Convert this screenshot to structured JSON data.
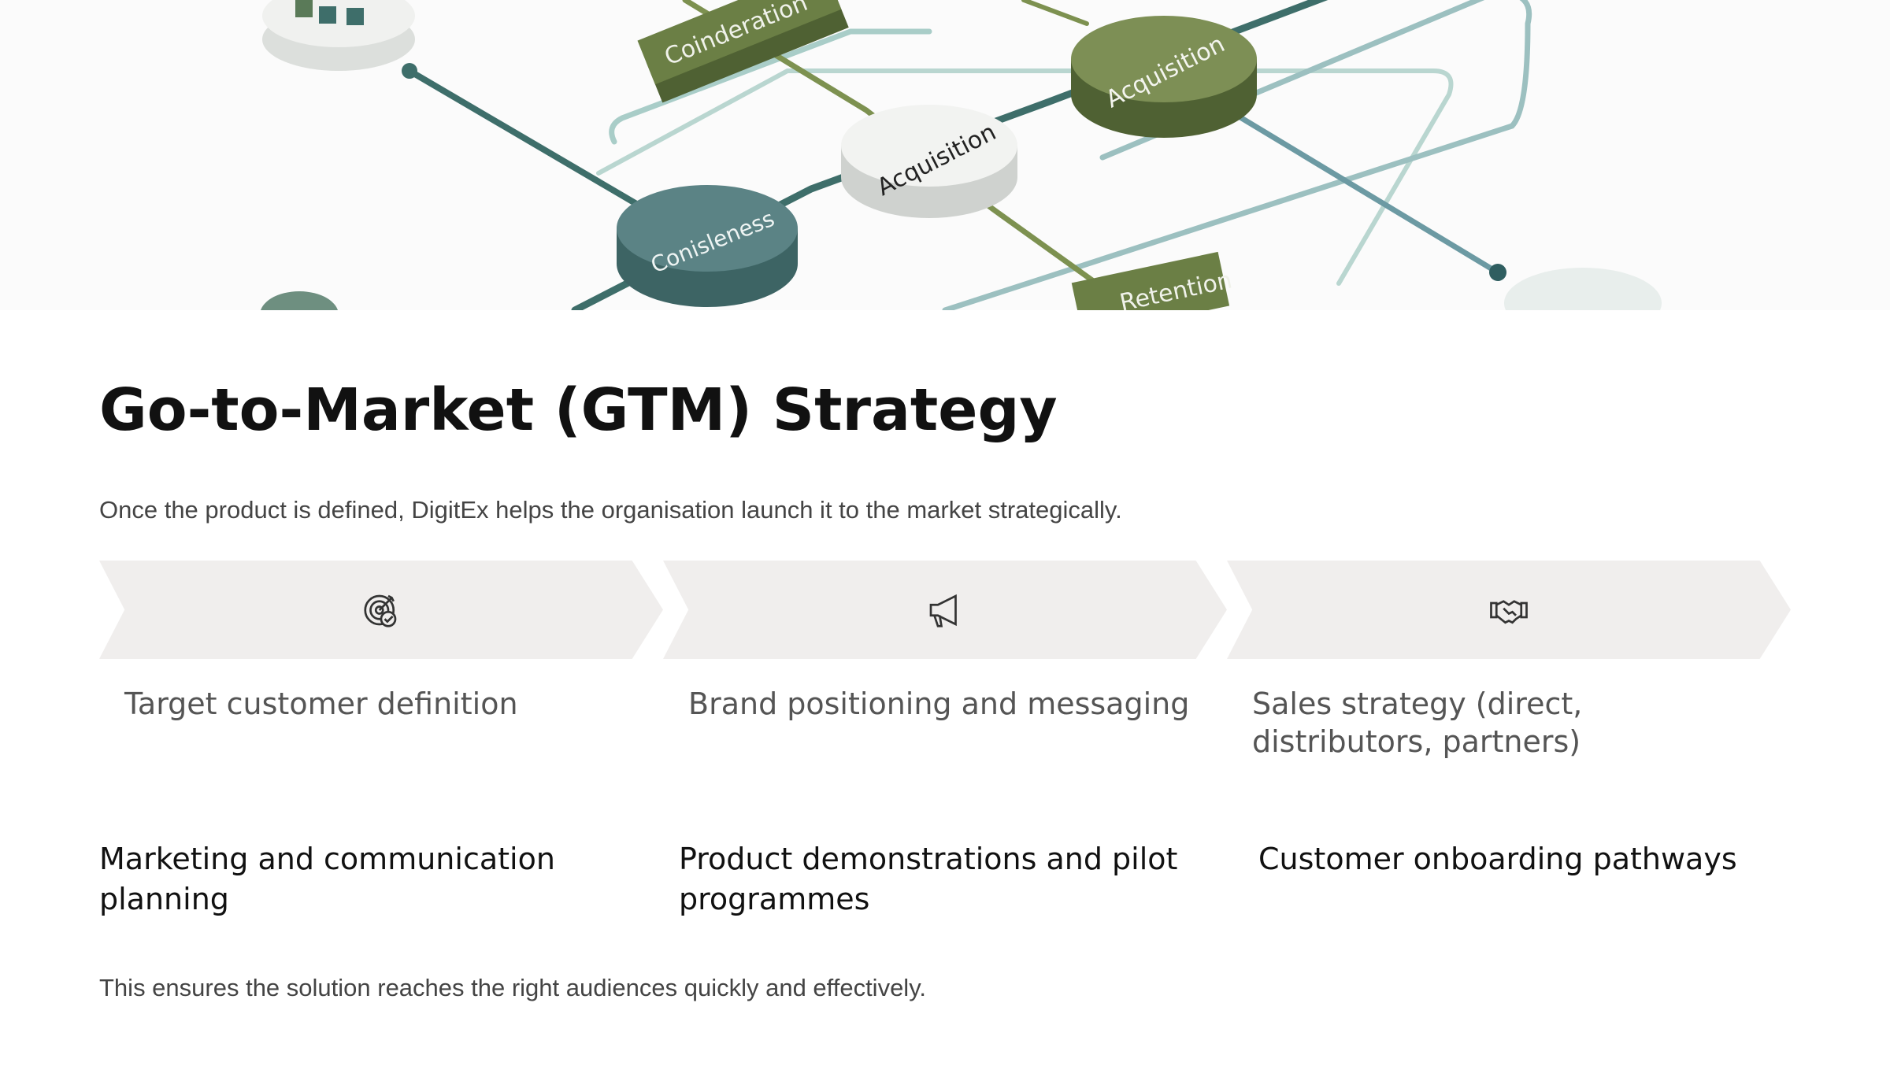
{
  "hero": {
    "node_labels": [
      "Coinderation",
      "Acquisition",
      "Acquisition",
      "Conisleness",
      "Retention"
    ],
    "colors": {
      "teal": "#4f7a7a",
      "olive": "#6b7f45",
      "light": "#eceeec",
      "line_light": "#a9cdc8"
    }
  },
  "title": "Go-to-Market (GTM) Strategy",
  "intro": "Once the product is defined, DigitEx helps the organisation launch it to the market strategically.",
  "steps": [
    {
      "icon": "target-icon",
      "label": "Target customer definition"
    },
    {
      "icon": "megaphone-icon",
      "label": "Brand positioning and messaging"
    },
    {
      "icon": "handshake-icon",
      "label": "Sales strategy (direct, distributors, partners)"
    }
  ],
  "items": [
    "Marketing and communication planning",
    "Product demonstrations and pilot programmes",
    "Customer onboarding pathways"
  ],
  "outro": "This ensures the solution reaches the right audiences quickly and effectively."
}
